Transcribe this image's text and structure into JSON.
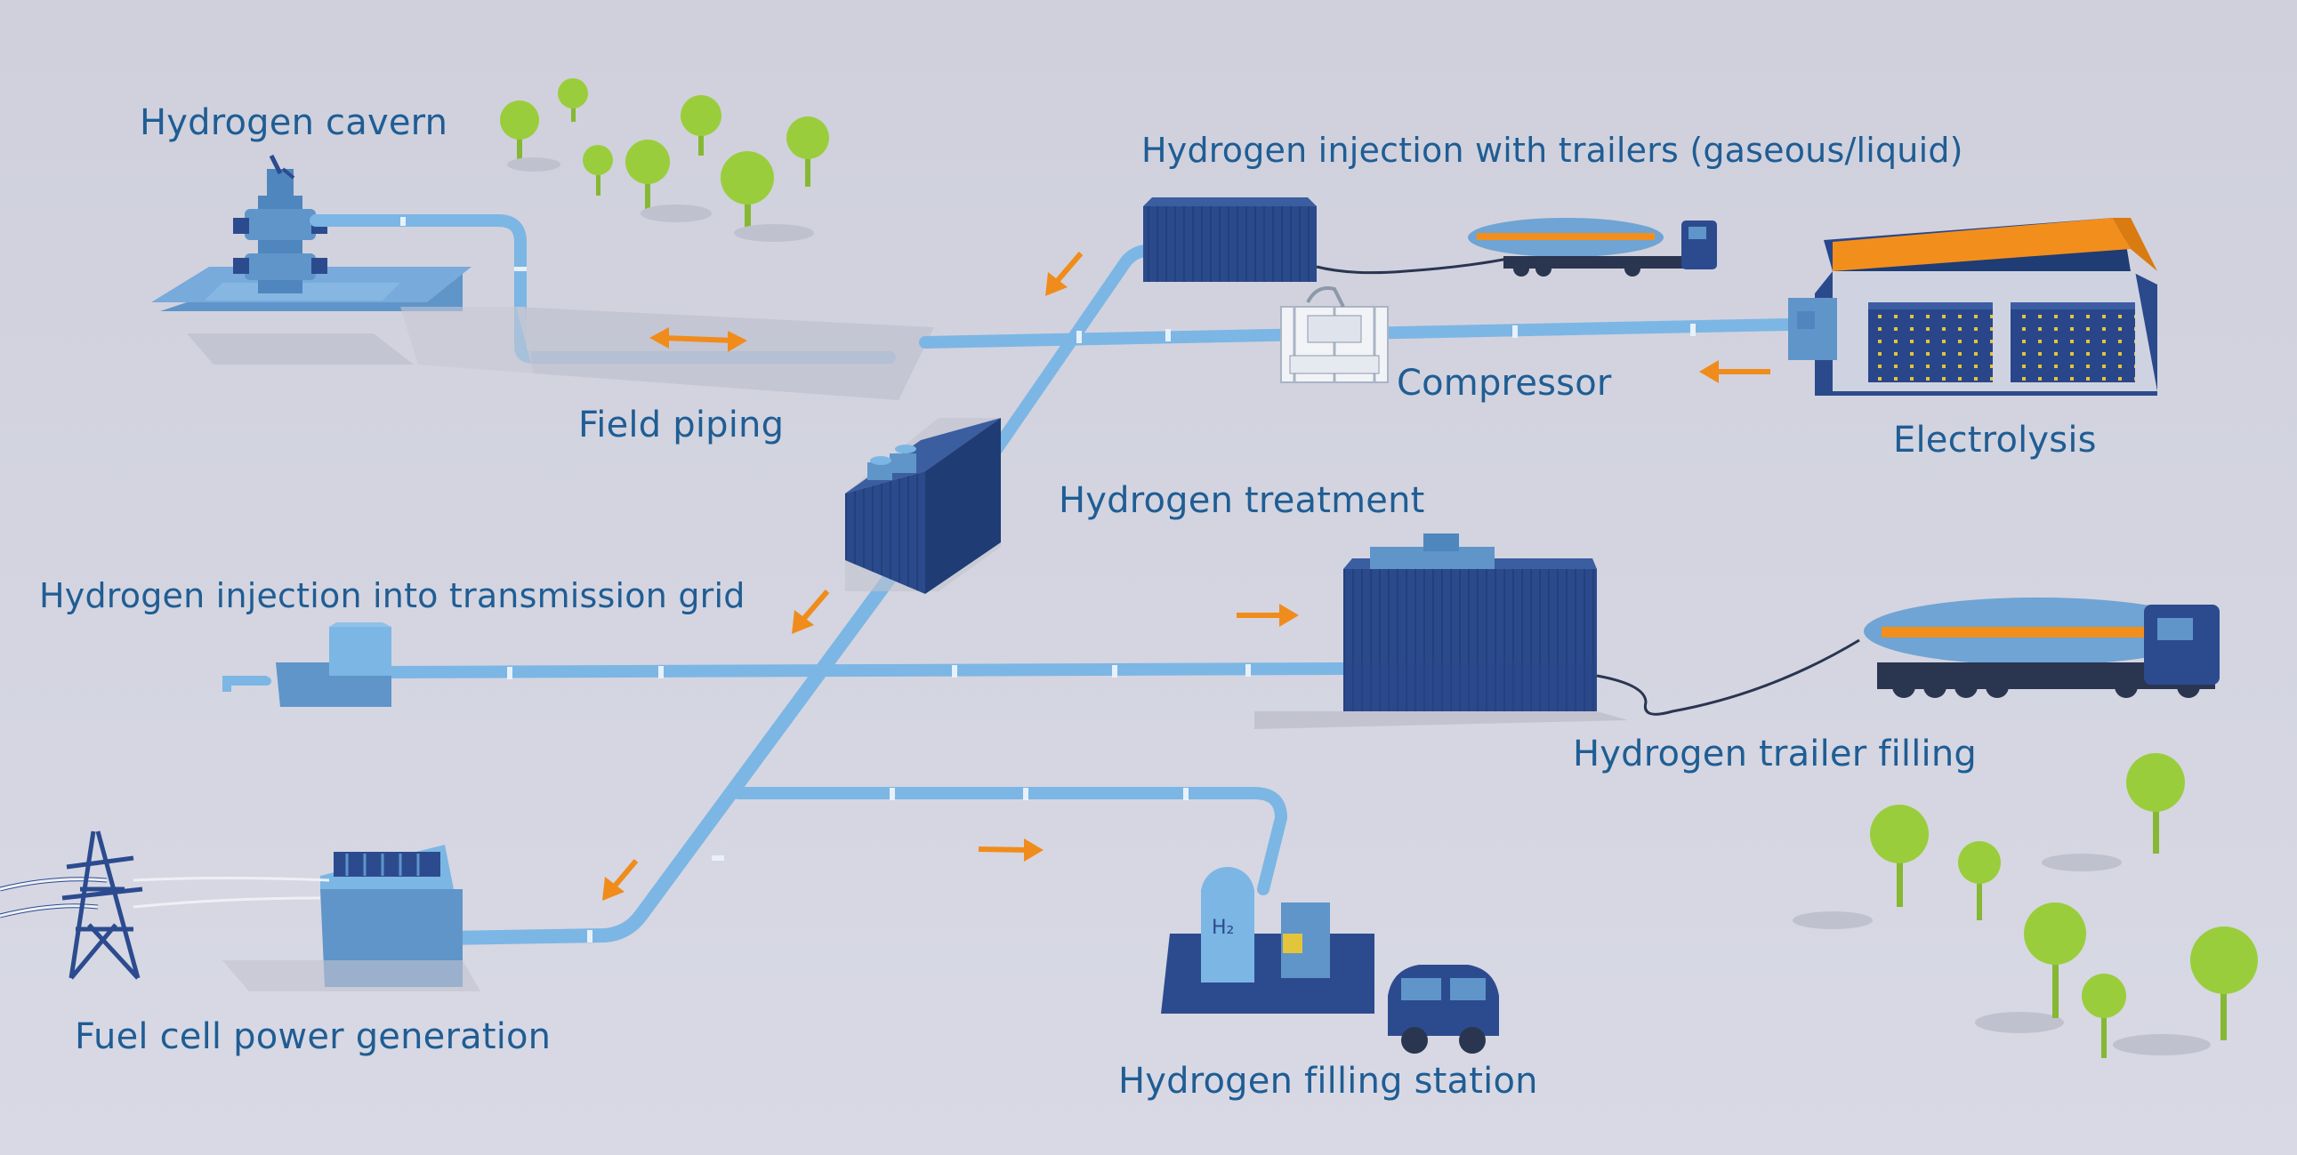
{
  "labels": {
    "hydrogen_cavern": "Hydrogen cavern",
    "trailer_injection": "Hydrogen injection with trailers (gaseous/liquid)",
    "field_piping": "Field piping",
    "compressor": "Compressor",
    "electrolysis": "Electrolysis",
    "hydrogen_treatment": "Hydrogen treatment",
    "grid_injection": "Hydrogen injection into transmission grid",
    "trailer_filling": "Hydrogen trailer filling",
    "fuel_cell": "Fuel cell power generation",
    "filling_station": "Hydrogen filling station",
    "h2_mark": "H₂"
  },
  "colors": {
    "background": "#d3d4e0",
    "label_text": "#1f5d94",
    "pipe": "#7cb6e4",
    "pipe_band": "#e8f1fa",
    "container_dark": "#2b4a8c",
    "container_light": "#5f95c9",
    "arrow": "#f08c1c",
    "roof_orange": "#f28f1c",
    "tree": "#9acd3c"
  }
}
